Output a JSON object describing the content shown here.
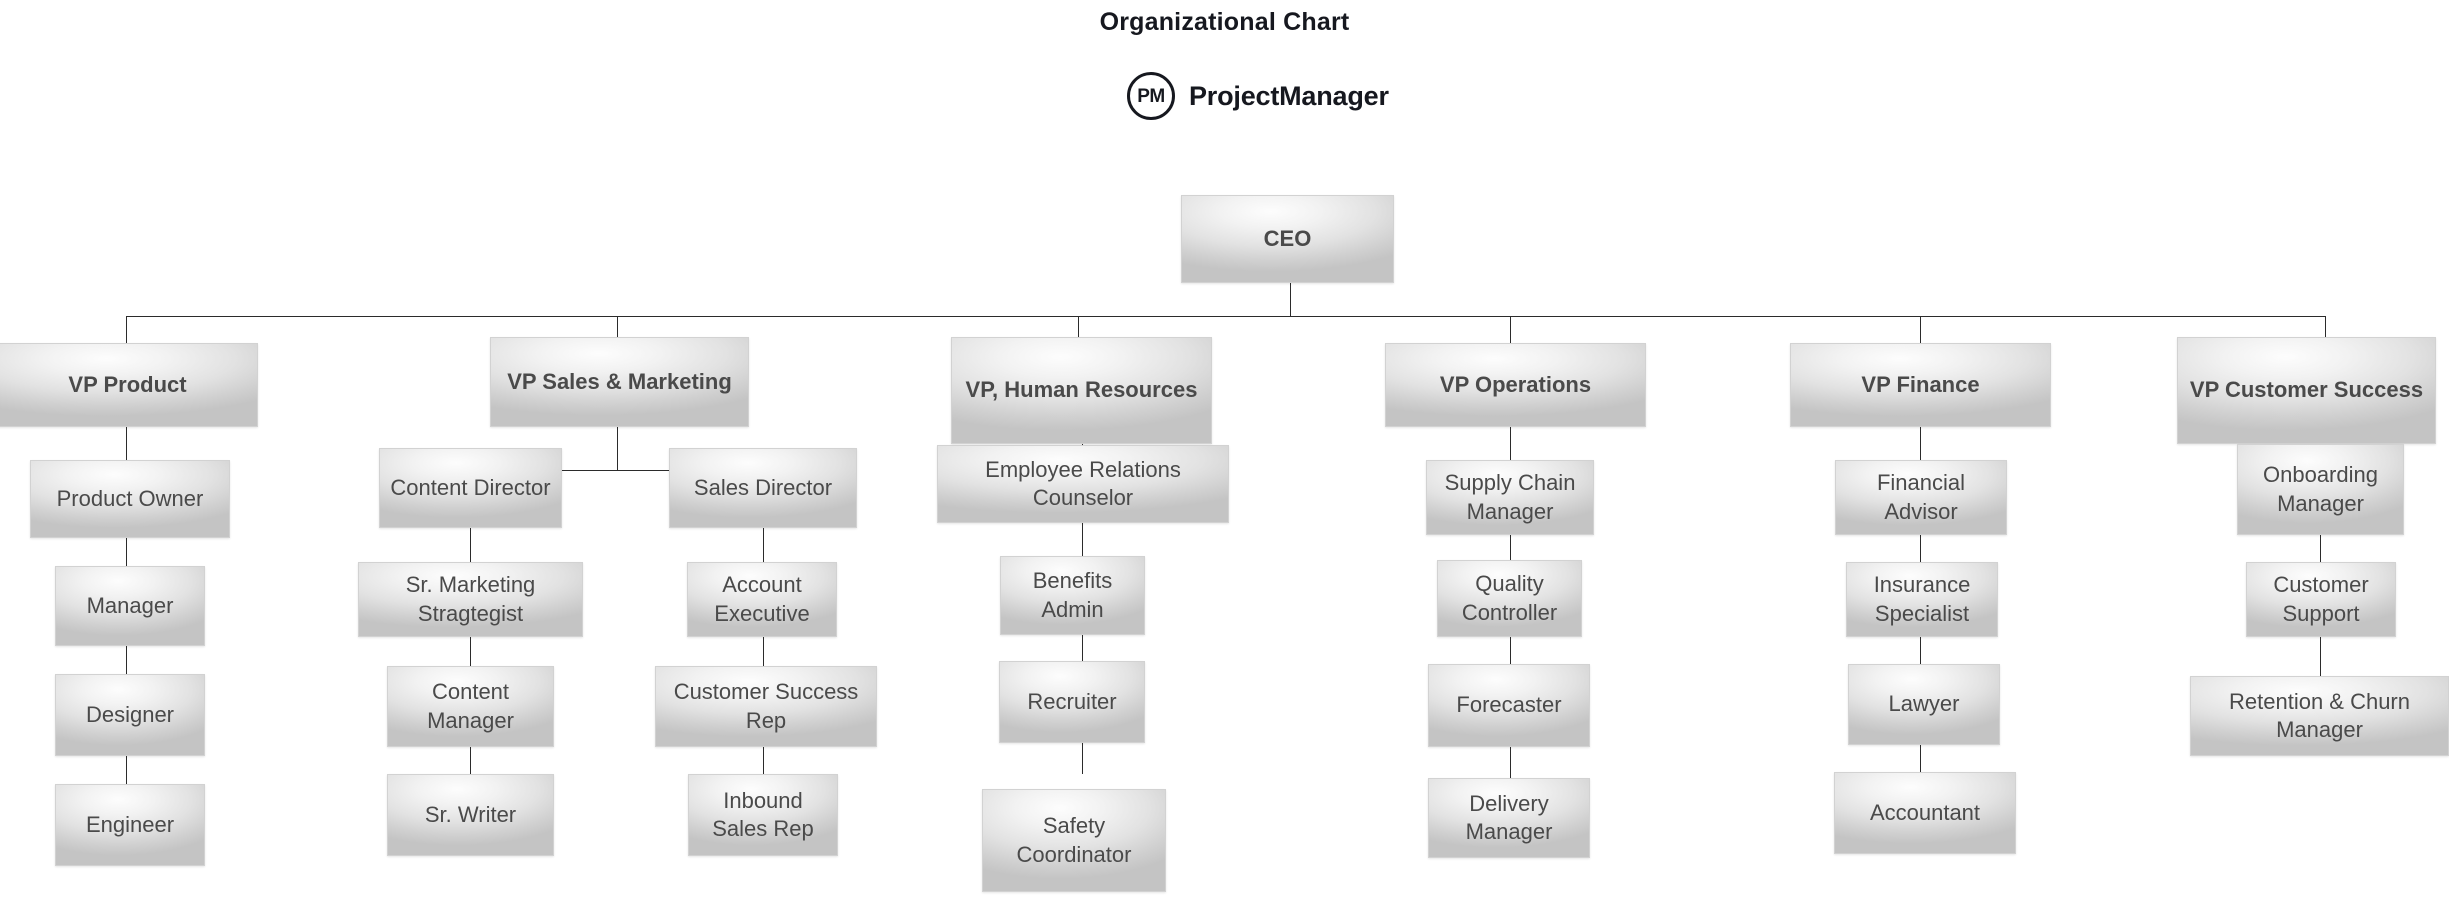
{
  "header": {
    "title": "Organizational Chart",
    "brand_initials": "PM",
    "brand_name": "ProjectManager"
  },
  "chart_data": {
    "type": "diagram",
    "title": "Organizational Chart",
    "diagram_kind": "org-chart",
    "root": "CEO",
    "nodes": {
      "ceo": "CEO",
      "vp_product": "VP Product",
      "vp_sales": "VP Sales & Marketing",
      "vp_hr": "VP, Human Resources",
      "vp_ops": "VP Operations",
      "vp_finance": "VP Finance",
      "vp_cs": "VP Customer Success",
      "product_owner": "Product Owner",
      "product_manager": "Manager",
      "product_designer": "Designer",
      "product_engineer": "Engineer",
      "content_director": "Content Director",
      "sr_marketing": "Sr. Marketing Stragtegist",
      "content_manager": "Content Manager",
      "sr_writer": "Sr. Writer",
      "sales_director": "Sales Director",
      "account_exec": "Account Executive",
      "cs_rep": "Customer Success Rep",
      "inbound_sales": "Inbound Sales Rep",
      "er_counselor": "Employee Relations Counselor",
      "benefits_admin": "Benefits Admin",
      "recruiter": "Recruiter",
      "safety_coord": "Safety Coordinator",
      "supply_chain": "Supply Chain Manager",
      "quality_controller": "Quality Controller",
      "forecaster": "Forecaster",
      "delivery_manager": "Delivery Manager",
      "financial_advisor": "Financial Advisor",
      "insurance_specialist": "Insurance Specialist",
      "lawyer": "Lawyer",
      "accountant": "Accountant",
      "onboarding_manager": "Onboarding Manager",
      "customer_support": "Customer Support",
      "retention_churn": "Retention & Churn Manager"
    },
    "edges": [
      [
        "ceo",
        "vp_product"
      ],
      [
        "ceo",
        "vp_sales"
      ],
      [
        "ceo",
        "vp_hr"
      ],
      [
        "ceo",
        "vp_ops"
      ],
      [
        "ceo",
        "vp_finance"
      ],
      [
        "ceo",
        "vp_cs"
      ],
      [
        "vp_product",
        "product_owner"
      ],
      [
        "product_owner",
        "product_manager"
      ],
      [
        "product_manager",
        "product_designer"
      ],
      [
        "product_designer",
        "product_engineer"
      ],
      [
        "vp_sales",
        "content_director"
      ],
      [
        "vp_sales",
        "sales_director"
      ],
      [
        "content_director",
        "sr_marketing"
      ],
      [
        "sr_marketing",
        "content_manager"
      ],
      [
        "content_manager",
        "sr_writer"
      ],
      [
        "sales_director",
        "account_exec"
      ],
      [
        "account_exec",
        "cs_rep"
      ],
      [
        "cs_rep",
        "inbound_sales"
      ],
      [
        "vp_hr",
        "er_counselor"
      ],
      [
        "er_counselor",
        "benefits_admin"
      ],
      [
        "benefits_admin",
        "recruiter"
      ],
      [
        "recruiter",
        "safety_coord"
      ],
      [
        "vp_ops",
        "supply_chain"
      ],
      [
        "supply_chain",
        "quality_controller"
      ],
      [
        "quality_controller",
        "forecaster"
      ],
      [
        "forecaster",
        "delivery_manager"
      ],
      [
        "vp_finance",
        "financial_advisor"
      ],
      [
        "financial_advisor",
        "insurance_specialist"
      ],
      [
        "insurance_specialist",
        "lawyer"
      ],
      [
        "lawyer",
        "accountant"
      ],
      [
        "vp_cs",
        "onboarding_manager"
      ],
      [
        "onboarding_manager",
        "customer_support"
      ],
      [
        "customer_support",
        "retention_churn"
      ]
    ],
    "colors": {
      "node_fill_light": "#fdfdfd",
      "node_fill_dark": "#c4c4c4",
      "node_border": "#d2d2d2",
      "node_text": "#4a4a4a",
      "connector": "#2b2b2b",
      "title_text": "#16181f",
      "background": "#ffffff"
    }
  }
}
